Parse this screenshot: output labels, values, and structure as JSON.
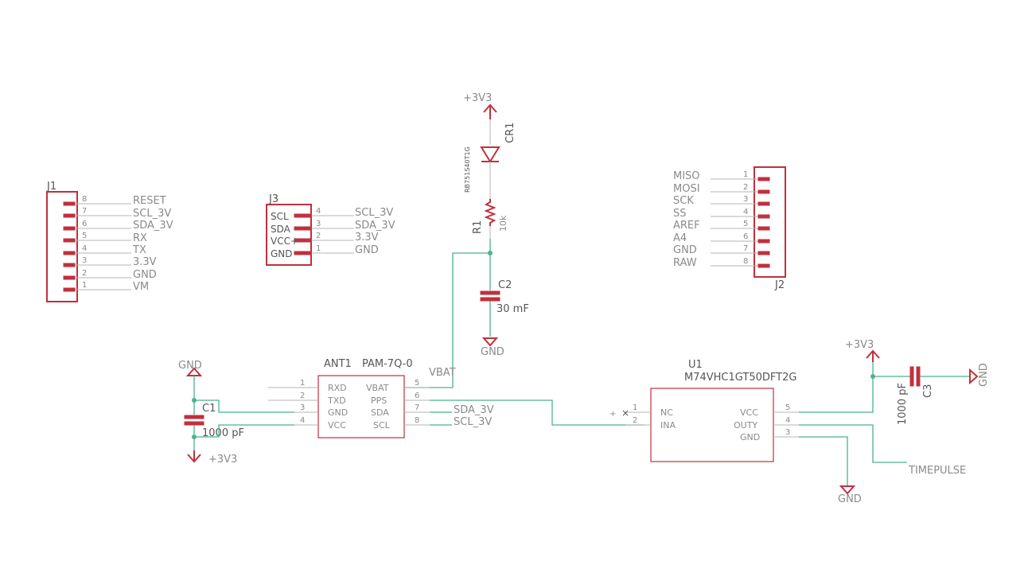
{
  "J1": {
    "ref": "J1",
    "pins": [
      "8",
      "7",
      "6",
      "5",
      "4",
      "3",
      "2",
      "1"
    ],
    "nets": [
      "RESET",
      "SCL_3V",
      "SDA_3V",
      "RX",
      "TX",
      "3.3V",
      "GND",
      "VM"
    ]
  },
  "J3": {
    "ref": "J3",
    "pin_names": [
      "SCL",
      "SDA",
      "VCC+",
      "GND"
    ],
    "pins": [
      "4",
      "3",
      "2",
      "1"
    ],
    "nets": [
      "SCL_3V",
      "SDA_3V",
      "3.3V",
      "GND"
    ]
  },
  "J2": {
    "ref": "J2",
    "pins": [
      "1",
      "2",
      "3",
      "4",
      "5",
      "6",
      "7",
      "8"
    ],
    "nets": [
      "MISO",
      "MOSI",
      "SCK",
      "SS",
      "AREF",
      "A4",
      "GND",
      "RAW"
    ]
  },
  "CR1": {
    "ref": "CR1",
    "value": "RB751S40T1G",
    "supply": "+3V3"
  },
  "R1": {
    "ref": "R1",
    "value": "10k"
  },
  "C2": {
    "ref": "C2",
    "value": "30 mF",
    "gnd": "GND"
  },
  "ANT1": {
    "ref": "ANT1",
    "value": "PAM-7Q-0",
    "pin_names_left": [
      "RXD",
      "TXD",
      "GND",
      "VCC"
    ],
    "pin_names_right": [
      "VBAT",
      "PPS",
      "SDA",
      "SCL"
    ],
    "pins_left": [
      "1",
      "2",
      "3",
      "4"
    ],
    "pins_right": [
      "5",
      "6",
      "7",
      "8"
    ],
    "net_vbat": "VBAT",
    "net_sda": "SDA_3V",
    "net_scl": "SCL_3V"
  },
  "C1": {
    "ref": "C1",
    "value": "1000 pF",
    "gnd": "GND",
    "supply": "+3V3"
  },
  "U1": {
    "ref": "U1",
    "value": "M74VHC1GT50DFT2G",
    "pin_names_left": [
      "NC",
      "INA"
    ],
    "pin_names_right": [
      "VCC",
      "OUTY",
      "GND"
    ],
    "pins_left": [
      "1",
      "2"
    ],
    "pins_right": [
      "5",
      "4",
      "3"
    ],
    "net_out": "TIMEPULSE",
    "gnd": "GND"
  },
  "C3": {
    "ref": "C3",
    "value": "1000 pF",
    "supply": "+3V3",
    "gnd": "GND"
  }
}
